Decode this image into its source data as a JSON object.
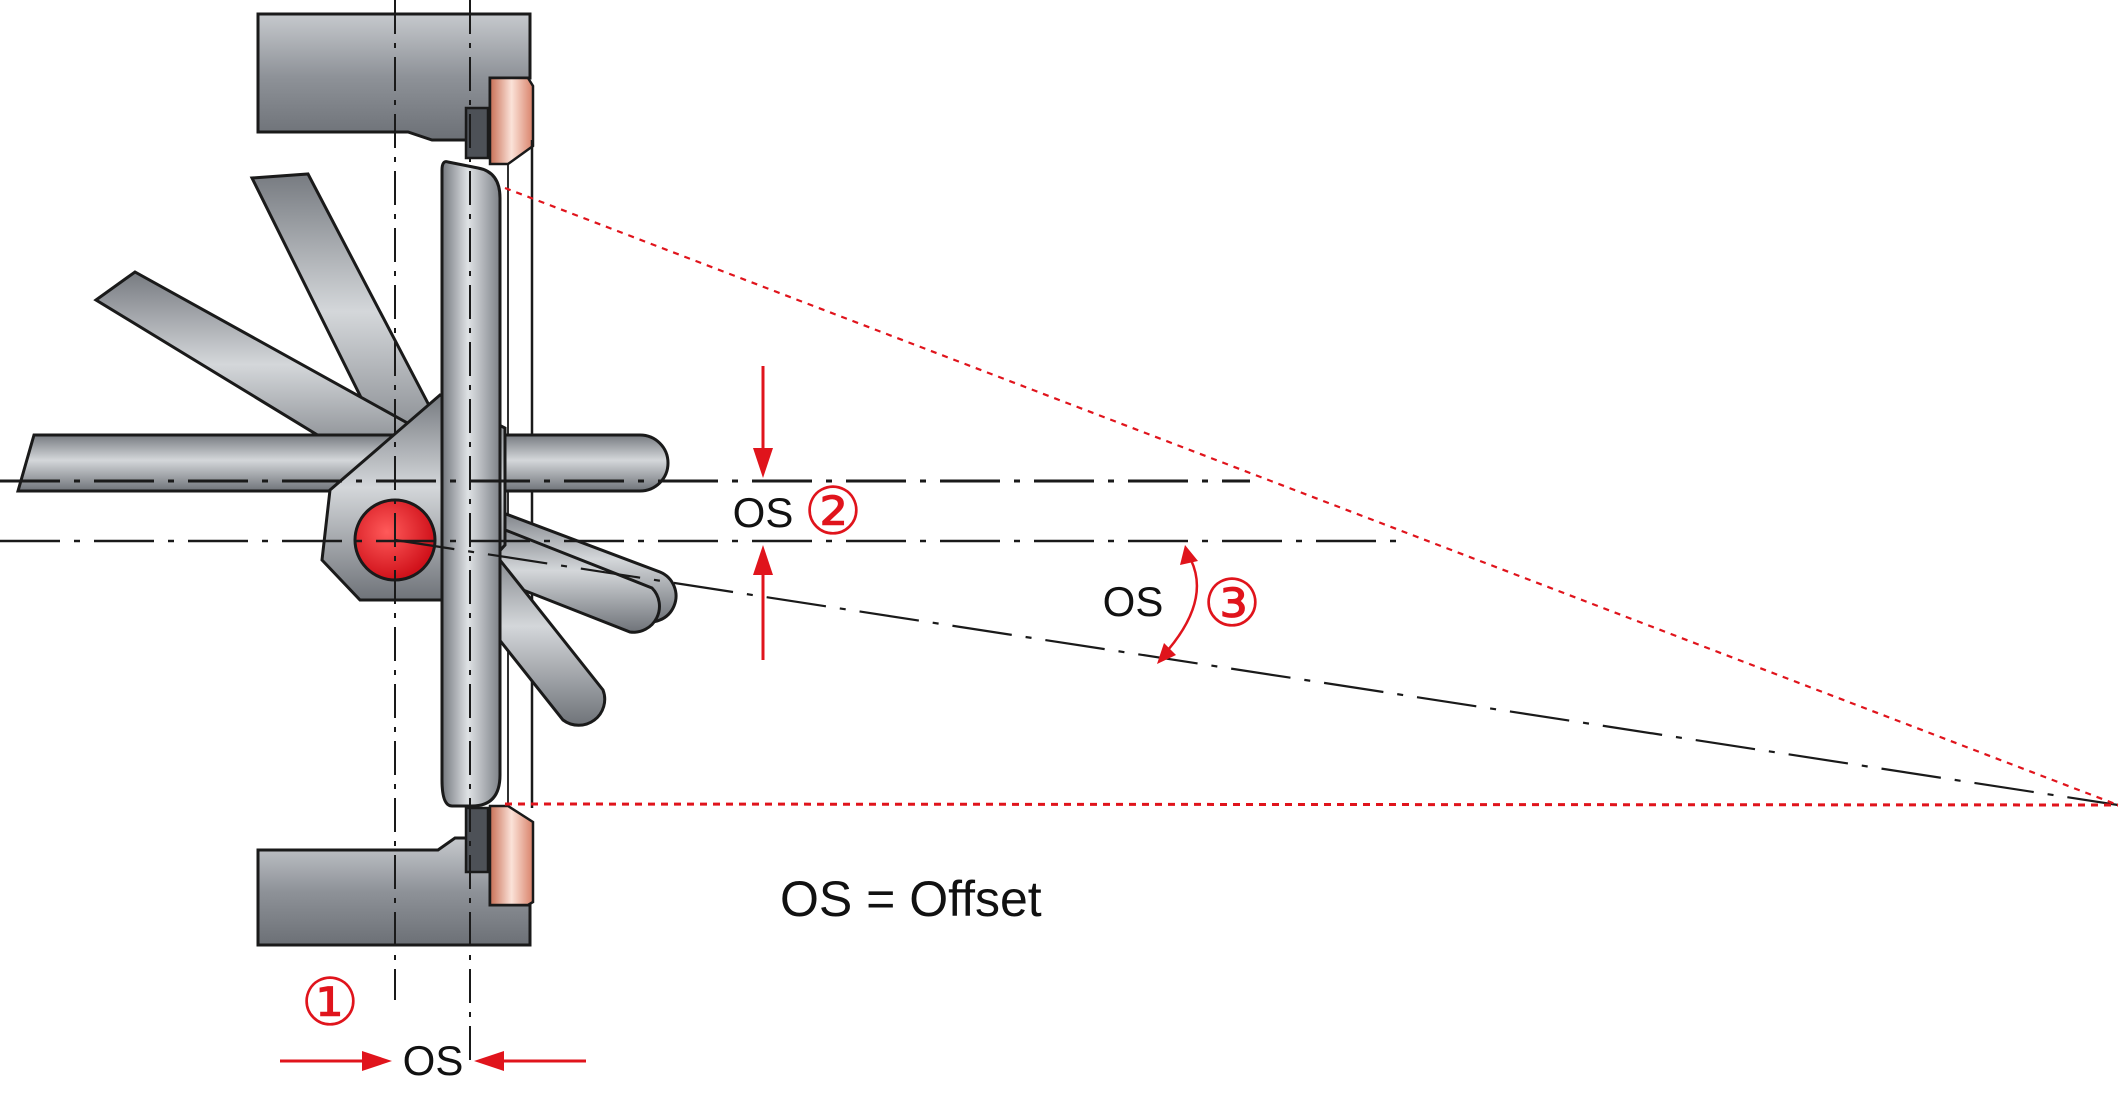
{
  "labels": {
    "os_bottom": "OS",
    "os_middle": "OS",
    "os_angle": "OS",
    "legend": "OS = Offset"
  },
  "markers": {
    "first": "①",
    "second": "②",
    "third": "③"
  },
  "colors": {
    "accent_red": "#e0141c",
    "metal_grey": "#8c9096",
    "seat_copper": "#e7a48f",
    "outline": "#1a1a1a"
  }
}
